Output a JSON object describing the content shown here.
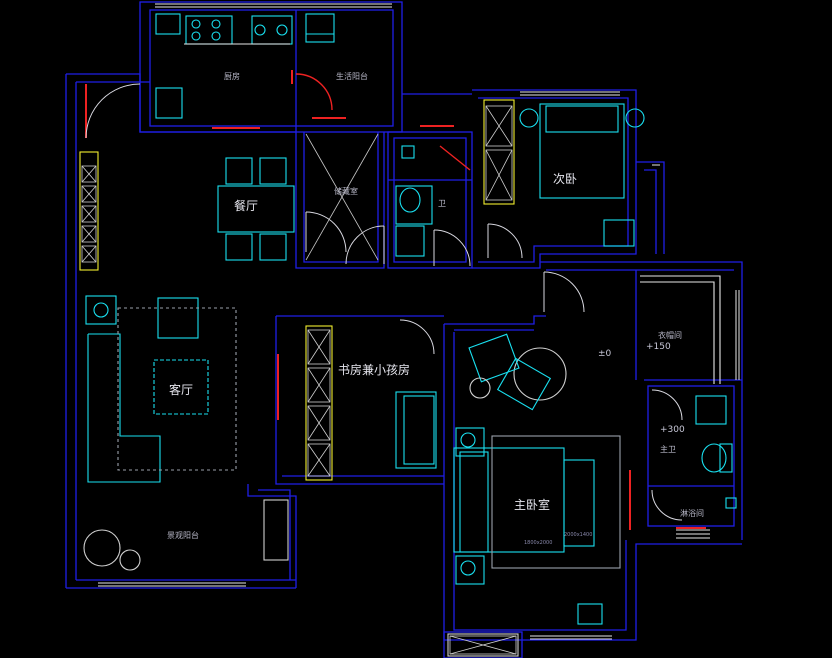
{
  "rooms": {
    "kitchen": "厨房",
    "service_balcony": "生活阳台",
    "dining": "餐厅",
    "storage": "储藏室",
    "wc": "卫",
    "second_bedroom": "次卧",
    "living": "客厅",
    "study": "书房兼小孩房",
    "master_bedroom": "主卧室",
    "walk_in_closet": "衣帽间",
    "master_bath": "主卫",
    "shower": "淋浴间",
    "view_balcony": "景观阳台"
  },
  "levels": {
    "master_bedroom": "±0",
    "closet": "+150",
    "bath": "+300"
  },
  "bed_tags": {
    "bed_size": "1800x2000",
    "rug_size": "2000x1400"
  },
  "colors": {
    "wall": "#1f1fe6",
    "furniture": "#19e0f0",
    "window": "#e8e8e8",
    "door_red": "#ee2222",
    "fixture_yellow": "#f2ee30",
    "storage_line": "#d0d0d0",
    "background": "#000000"
  }
}
